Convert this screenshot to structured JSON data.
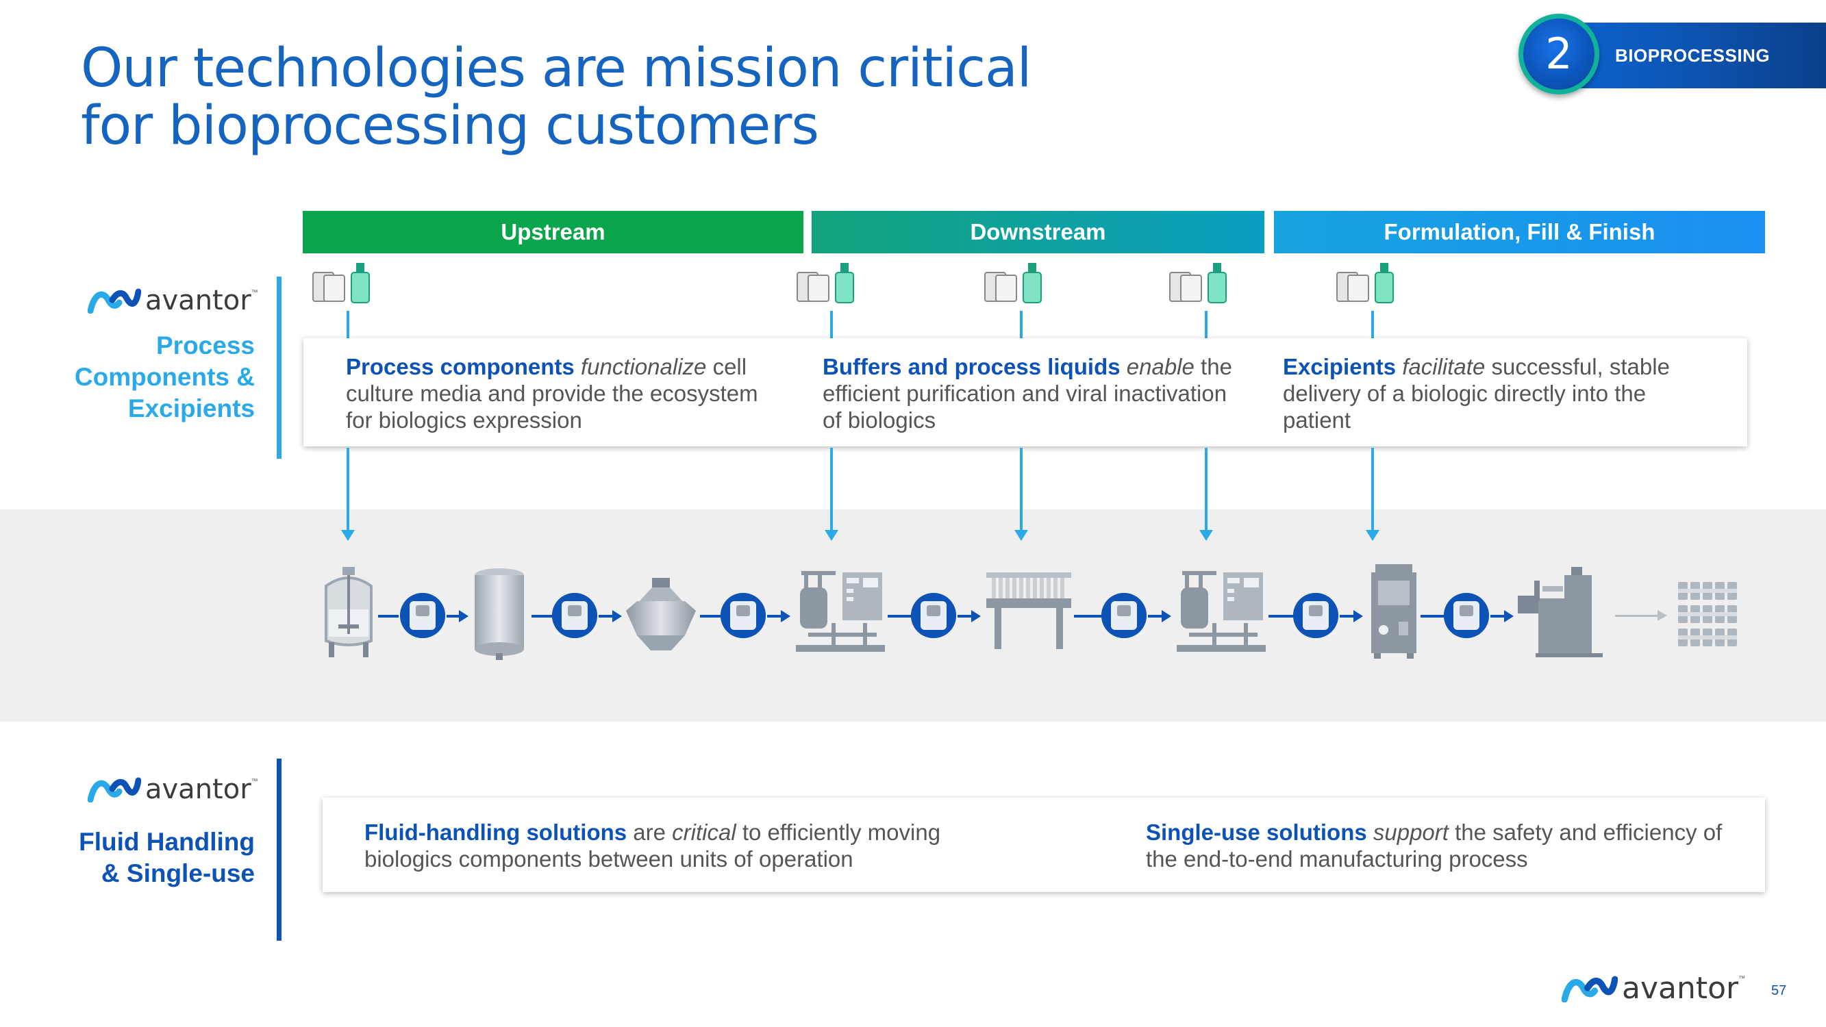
{
  "title": {
    "line1": "Our technologies are mission critical",
    "line2": "for bioprocessing customers"
  },
  "section_badge": {
    "number": "2",
    "label": "BIOPROCESSING"
  },
  "stages": {
    "upstream": "Upstream",
    "downstream": "Downstream",
    "formulation": "Formulation, Fill & Finish"
  },
  "brand": {
    "name": "avantor",
    "tm": "™",
    "colors": {
      "primary_blue": "#0d52b5",
      "light_blue": "#29a9e8",
      "green": "#0aa54a"
    }
  },
  "process_section": {
    "label_line1": "Process",
    "label_line2": "Components &",
    "label_line3": "Excipients",
    "items": [
      {
        "bold": "Process components",
        "italic": "functionalize",
        "rest": " cell culture media and provide the ecosystem for biologics expression"
      },
      {
        "bold": "Buffers and process liquids",
        "italic": "enable",
        "rest": " the efficient purification and viral inactivation of biologics"
      },
      {
        "bold": "Excipients",
        "italic": "facilitate",
        "rest": " successful, stable delivery of a biologic directly into the patient"
      }
    ]
  },
  "fluid_section": {
    "label_line1": "Fluid Handling",
    "label_line2": "& Single-use",
    "items": [
      {
        "bold": "Fluid-handling solutions",
        "pre": " are ",
        "italic": "critical",
        "rest": " to efficiently moving biologics components between units of operation"
      },
      {
        "bold": "Single-use solutions",
        "pre": " ",
        "italic": "support",
        "rest": " the safety and efficiency of the end-to-end manufacturing process"
      }
    ]
  },
  "icons": {
    "material_icon": "bottles-containers-icon",
    "pump_icon": "peristaltic-pump-icon",
    "equipment": [
      "bioreactor-icon",
      "tank-icon",
      "centrifuge-icon",
      "chromatography-skid-icon",
      "filter-press-icon",
      "chromatography-skid-icon",
      "isolator-icon",
      "filling-machine-icon",
      "vials-icon"
    ]
  },
  "page_number": "57"
}
